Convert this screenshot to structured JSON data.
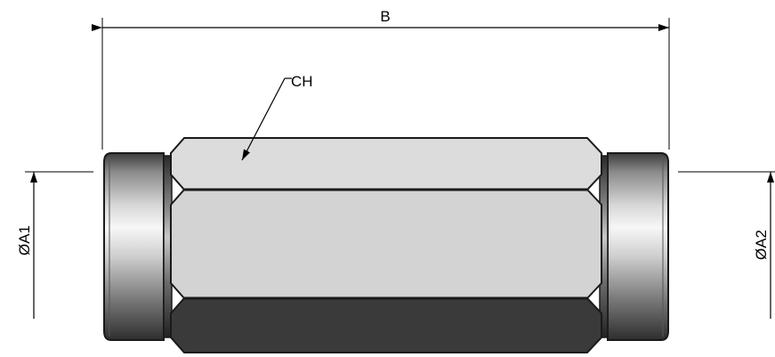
{
  "labels": {
    "length": "B",
    "wrench_flats": "CH",
    "left_diameter": "ØA1",
    "right_diameter": "ØA2"
  },
  "colors": {
    "hex_face_light": "#dcdcdc",
    "hex_face_dark": "#3a3a3a",
    "outline": "#1a1a1a",
    "dimension_line": "#000000"
  }
}
